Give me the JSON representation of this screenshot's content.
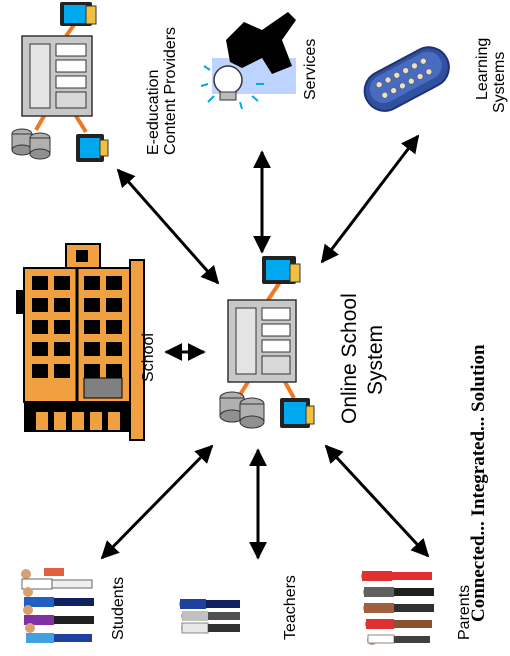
{
  "hub": {
    "label_line1": "Online School",
    "label_line2": "System"
  },
  "nodes": {
    "content_providers": {
      "line1": "E-education",
      "line2": "Content Providers"
    },
    "services": {
      "label": "Services"
    },
    "learning_systems": {
      "line1": "Learning",
      "line2": "Systems"
    },
    "school": {
      "label": "School"
    },
    "students": {
      "label": "Students"
    },
    "teachers": {
      "label": "Teachers"
    },
    "parents": {
      "label": "Parents"
    }
  },
  "tagline": "Connected... Integrated... Solution",
  "colors": {
    "server": "#c8c8c8",
    "monitor_screen": "#00a8f0",
    "cable": "#f07820",
    "building": "#f0a040",
    "arrow": "#000000",
    "remote": "#3050a0"
  }
}
